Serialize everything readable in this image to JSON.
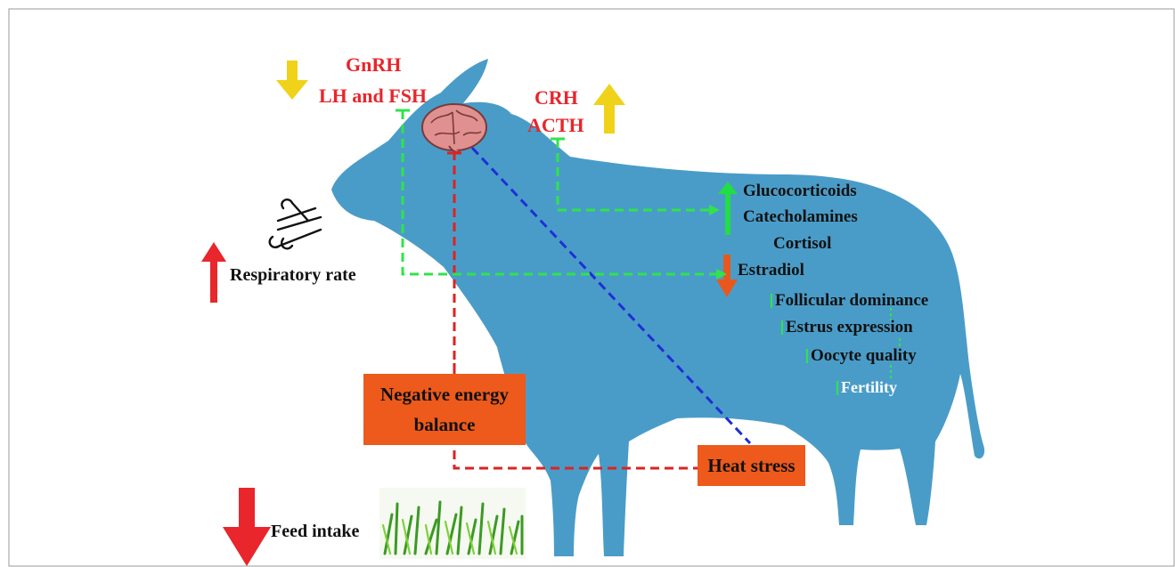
{
  "colors": {
    "cow": "#4a9cc8",
    "hormone_text": "#e8262b",
    "yellow_arrow": "#f0d21a",
    "red_arrow": "#e8262b",
    "green_arrow": "#22dd44",
    "orange_arrow": "#e8581e",
    "box_fill": "#ed5a1c",
    "red_dash": "#dd2222",
    "blue_dash": "#1f2fd6",
    "green_dash": "#2fe44a"
  },
  "hypothalamus": {
    "gnrh": "GnRH",
    "lh_fsh": "LH and FSH",
    "crh": "CRH",
    "acth": "ACTH"
  },
  "stress_hormones": {
    "glucocorticoids": "Glucocorticoids",
    "catecholamines": "Catecholamines",
    "cortisol": "Cortisol"
  },
  "reproduction": {
    "estradiol": "Estradiol",
    "follicular_dominance": "Follicular dominance",
    "estrus_expression": "Estrus expression",
    "oocyte_quality": "Oocyte quality",
    "fertility": "Fertility"
  },
  "physiology": {
    "respiratory_rate": "Respiratory rate",
    "feed_intake": "Feed intake"
  },
  "boxes": {
    "negative_energy_line1": "Negative energy",
    "negative_energy_line2": "balance",
    "heat_stress": "Heat stress"
  },
  "icons": {
    "wind": "wind-icon",
    "brain": "brain-icon",
    "grass": "grass-icon",
    "cow": "cow-silhouette"
  }
}
